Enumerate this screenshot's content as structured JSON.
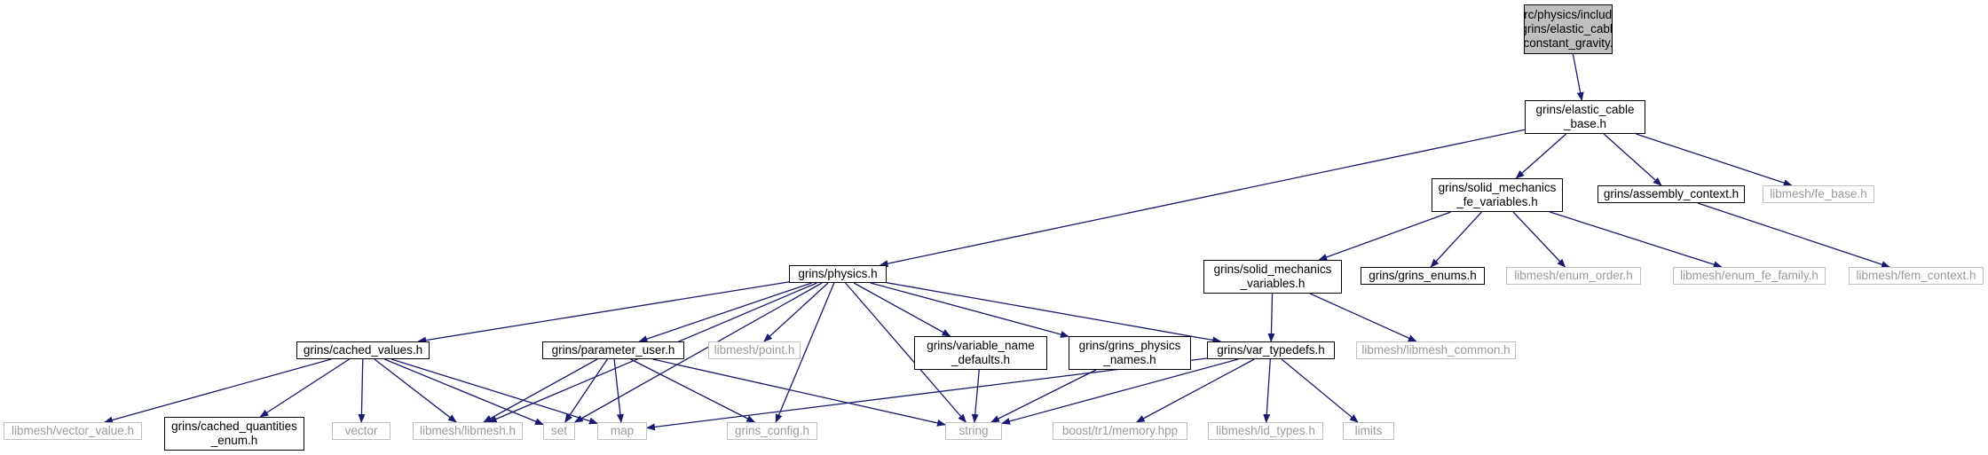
{
  "colors": {
    "edge": "#191970",
    "root_fill": "#bfbfbf",
    "doc_border": "#000000",
    "ext_border": "#c0c0c0",
    "ext_text": "#9a9a9a"
  },
  "nodes": [
    {
      "id": "root",
      "label": "src/physics/include\n/grins/elastic_cable\n_constant_gravity.h",
      "kind": "root"
    },
    {
      "id": "elastic_base",
      "label": "grins/elastic_cable\n_base.h",
      "kind": "doc"
    },
    {
      "id": "physics",
      "label": "grins/physics.h",
      "kind": "doc"
    },
    {
      "id": "solid_fe_vars",
      "label": "grins/solid_mechanics\n_fe_variables.h",
      "kind": "doc"
    },
    {
      "id": "assembly_ctx",
      "label": "grins/assembly_context.h",
      "kind": "doc"
    },
    {
      "id": "fe_base",
      "label": "libmesh/fe_base.h",
      "kind": "ext"
    },
    {
      "id": "solid_vars",
      "label": "grins/solid_mechanics\n_variables.h",
      "kind": "doc"
    },
    {
      "id": "grins_enums",
      "label": "grins/grins_enums.h",
      "kind": "doc"
    },
    {
      "id": "enum_order",
      "label": "libmesh/enum_order.h",
      "kind": "ext"
    },
    {
      "id": "enum_fe_family",
      "label": "libmesh/enum_fe_family.h",
      "kind": "ext"
    },
    {
      "id": "fem_context",
      "label": "libmesh/fem_context.h",
      "kind": "ext"
    },
    {
      "id": "cached_values",
      "label": "grins/cached_values.h",
      "kind": "doc"
    },
    {
      "id": "param_user",
      "label": "grins/parameter_user.h",
      "kind": "doc"
    },
    {
      "id": "point",
      "label": "libmesh/point.h",
      "kind": "ext"
    },
    {
      "id": "var_name_defaults",
      "label": "grins/variable_name\n_defaults.h",
      "kind": "doc"
    },
    {
      "id": "physics_names",
      "label": "grins/grins_physics\n_names.h",
      "kind": "doc"
    },
    {
      "id": "var_typedefs",
      "label": "grins/var_typedefs.h",
      "kind": "doc"
    },
    {
      "id": "libmesh_common",
      "label": "libmesh/libmesh_common.h",
      "kind": "ext"
    },
    {
      "id": "vector_value",
      "label": "libmesh/vector_value.h",
      "kind": "ext"
    },
    {
      "id": "cached_qty_enum",
      "label": "grins/cached_quantities\n_enum.h",
      "kind": "doc"
    },
    {
      "id": "vector",
      "label": "vector",
      "kind": "ext"
    },
    {
      "id": "libmesh_h",
      "label": "libmesh/libmesh.h",
      "kind": "ext"
    },
    {
      "id": "set",
      "label": "set",
      "kind": "ext"
    },
    {
      "id": "map",
      "label": "map",
      "kind": "ext"
    },
    {
      "id": "grins_config",
      "label": "grins_config.h",
      "kind": "ext"
    },
    {
      "id": "string",
      "label": "string",
      "kind": "ext"
    },
    {
      "id": "boost_memory",
      "label": "boost/tr1/memory.hpp",
      "kind": "ext"
    },
    {
      "id": "id_types",
      "label": "libmesh/id_types.h",
      "kind": "ext"
    },
    {
      "id": "limits",
      "label": "limits",
      "kind": "ext"
    }
  ],
  "edges": [
    [
      "root",
      "elastic_base"
    ],
    [
      "elastic_base",
      "physics"
    ],
    [
      "elastic_base",
      "solid_fe_vars"
    ],
    [
      "elastic_base",
      "assembly_ctx"
    ],
    [
      "elastic_base",
      "fe_base"
    ],
    [
      "solid_fe_vars",
      "solid_vars"
    ],
    [
      "solid_fe_vars",
      "grins_enums"
    ],
    [
      "solid_fe_vars",
      "enum_order"
    ],
    [
      "solid_fe_vars",
      "enum_fe_family"
    ],
    [
      "assembly_ctx",
      "fem_context"
    ],
    [
      "solid_vars",
      "var_typedefs"
    ],
    [
      "solid_vars",
      "libmesh_common"
    ],
    [
      "physics",
      "cached_values"
    ],
    [
      "physics",
      "param_user"
    ],
    [
      "physics",
      "point"
    ],
    [
      "physics",
      "var_name_defaults"
    ],
    [
      "physics",
      "physics_names"
    ],
    [
      "physics",
      "var_typedefs"
    ],
    [
      "physics",
      "libmesh_h"
    ],
    [
      "physics",
      "set"
    ],
    [
      "physics",
      "grins_config"
    ],
    [
      "physics",
      "string"
    ],
    [
      "cached_values",
      "vector_value"
    ],
    [
      "cached_values",
      "cached_qty_enum"
    ],
    [
      "cached_values",
      "vector"
    ],
    [
      "cached_values",
      "libmesh_h"
    ],
    [
      "cached_values",
      "set"
    ],
    [
      "cached_values",
      "map"
    ],
    [
      "param_user",
      "libmesh_h"
    ],
    [
      "param_user",
      "set"
    ],
    [
      "param_user",
      "map"
    ],
    [
      "param_user",
      "grins_config"
    ],
    [
      "param_user",
      "string"
    ],
    [
      "var_name_defaults",
      "string"
    ],
    [
      "physics_names",
      "string"
    ],
    [
      "var_typedefs",
      "map"
    ],
    [
      "var_typedefs",
      "string"
    ],
    [
      "var_typedefs",
      "boost_memory"
    ],
    [
      "var_typedefs",
      "id_types"
    ],
    [
      "var_typedefs",
      "limits"
    ]
  ]
}
